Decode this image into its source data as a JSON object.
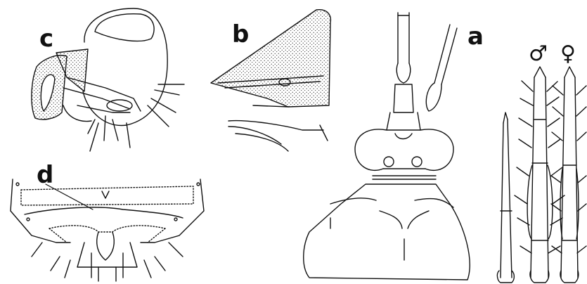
{
  "labels": {
    "a": "a",
    "b": "b",
    "c": "c",
    "d": "d",
    "male": "♂",
    "female": "♀"
  },
  "colors": {
    "ink": "#111111",
    "paper": "#ffffff"
  }
}
